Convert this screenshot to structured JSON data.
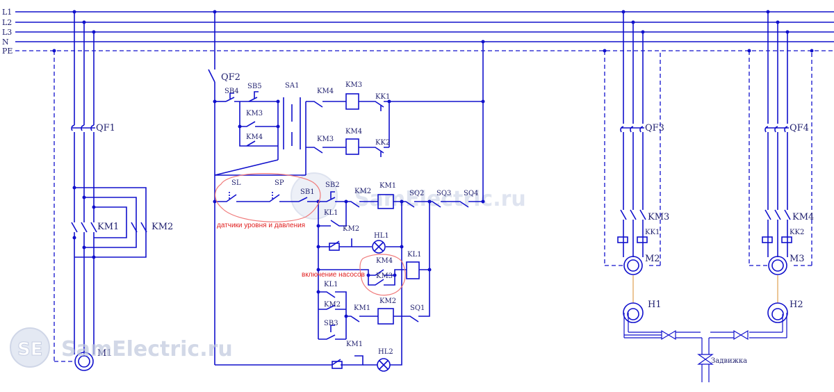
{
  "buses": [
    "L1",
    "L2",
    "L3",
    "N",
    "PE"
  ],
  "left": {
    "breaker": "QF1",
    "contactors": [
      "KM1",
      "KM2"
    ],
    "motor": "M1"
  },
  "control": {
    "breaker": "QF2",
    "row1": {
      "sb4": "SB4",
      "sb5": "SB5",
      "sa1": "SA1",
      "km3_aux": "KM3",
      "km4_aux": "KM4",
      "km4_nc": "KM4",
      "km3_coil": "KM3",
      "kk1": "KK1",
      "km3_nc": "KM3",
      "km4_coil": "KM4",
      "kk2": "KK2"
    },
    "row2": {
      "sl": "SL",
      "sp": "SP",
      "sb1": "SB1",
      "sb2": "SB2",
      "km2_nc": "KM2",
      "km1_coil": "KM1",
      "sq2": "SQ2",
      "sq3": "SQ3",
      "sq4": "SQ4",
      "kl1_no": "KL1",
      "km2_no": "KM2",
      "hl1": "HL1",
      "km4_no": "KM4",
      "km3_no": "KM3",
      "kl1_coil": "KL1",
      "kl1_nc": "KL1",
      "km2_hold": "KM2",
      "km1_nc": "KM1",
      "km2_coil": "KM2",
      "sq1": "SQ1",
      "sb3": "SB3",
      "km1_lamp": "KM1",
      "hl2": "HL2"
    },
    "notes": {
      "sensors": "датчики уровня и давления",
      "pumps": "включение насосов"
    }
  },
  "right": {
    "breakers": [
      "QF3",
      "QF4"
    ],
    "contactors": [
      "KM3",
      "KM4"
    ],
    "relays": [
      "KK1",
      "KK2"
    ],
    "motors": [
      "M2",
      "M3"
    ],
    "pumps": [
      "H1",
      "H2"
    ],
    "valve": "Задвижка"
  },
  "watermark": {
    "badge": "SE",
    "text": "SamElectric.ru",
    "center": "SamElectric.ru"
  },
  "colors": {
    "wire": "#1010cc",
    "label": "#1f1f6e",
    "note": "#e02020",
    "watermark": "#b8c2dc"
  }
}
